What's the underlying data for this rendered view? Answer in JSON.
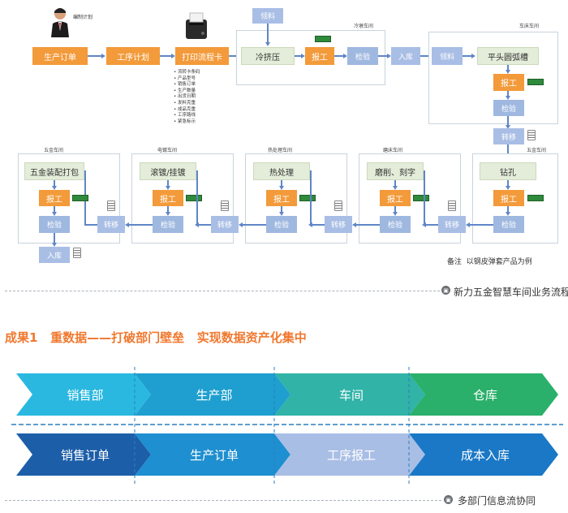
{
  "top_flow": {
    "plan_label": "编制计划",
    "nodes": {
      "production_order": "生产订单",
      "process_plan": "工序计划",
      "print_card": "打印流程卡",
      "cold_extrusion": "冷挤压",
      "report_work": "报工",
      "inspect": "检验",
      "warehouse_in": "入库",
      "receive_material": "领料",
      "flat_head": "平头圆弧槽"
    },
    "regions": {
      "cold_heading": "冷墩车间",
      "lathe": "车床车间"
    },
    "card_items": [
      "流转卡条码",
      "产品型号",
      "销售订单",
      "生产数量",
      "出货日期",
      "发料克重",
      "成品克重",
      "工序路线",
      "紧急标示"
    ]
  },
  "bottom_flow": {
    "regions": {
      "hardware_1": "五金车间",
      "plating": "电镀车间",
      "heat": "热处理车间",
      "grinding": "磨床车间",
      "hardware_2": "五金车间"
    },
    "nodes": {
      "assembly": "五金装配打包",
      "plating": "滚镀/挂镀",
      "heat": "热处理",
      "grinding": "磨削、刻字",
      "drilling": "钻孔",
      "report_work": "报工",
      "inspect": "检验",
      "transfer": "转移",
      "warehouse_in": "入库"
    },
    "note": "备注  以钢皮弹套产品为例"
  },
  "caption1": "新力五金智慧车间业务流程图",
  "headline": "成果1   重数据——打破部门壁垒   实现数据资产化集中",
  "departments": [
    "销售部",
    "生产部",
    "车间",
    "仓库"
  ],
  "documents": [
    "销售订单",
    "生产订单",
    "工序报工",
    "成本入库"
  ],
  "caption2": "多部门信息流协同",
  "colors": {
    "orange": "#f39a3a",
    "headline": "#f0782e",
    "dept": [
      "#2ab8e0",
      "#1e9fcf",
      "#31b3a8",
      "#2ab06a"
    ],
    "docs": [
      "#1d5ea8",
      "#1e8fd0",
      "#a9bee5",
      "#1a78c6"
    ]
  }
}
